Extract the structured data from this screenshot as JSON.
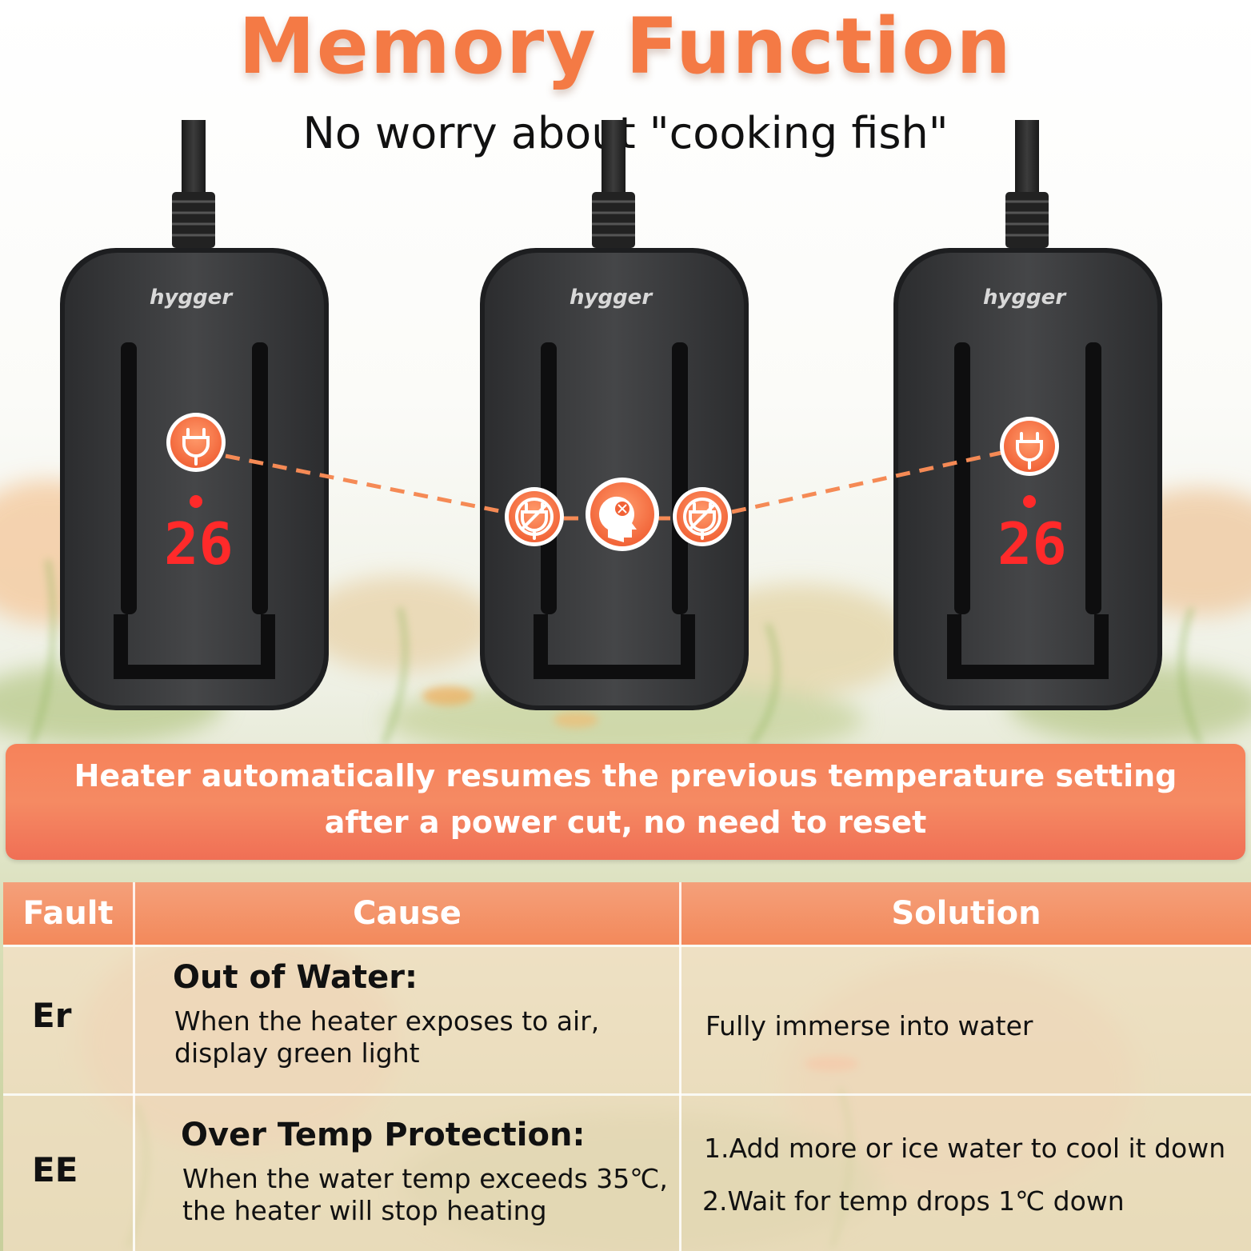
{
  "headline": "Memory Function",
  "subheadline": "No worry about \"cooking fish\"",
  "heaters": [
    {
      "brand": "hygger",
      "display": "26",
      "status_icon": "power-plug-icon",
      "state": "powered"
    },
    {
      "brand": "hygger",
      "display": "",
      "status_icon": "memory-head-icon",
      "state": "power-cut"
    },
    {
      "brand": "hygger",
      "display": "26",
      "status_icon": "power-plug-icon",
      "state": "powered"
    }
  ],
  "icons": {
    "left": "power-plug-icon",
    "cut_left": "no-power-icon",
    "memory": "memory-head-icon",
    "cut_right": "no-power-icon",
    "right": "power-plug-icon"
  },
  "banner": {
    "line1": "Heater automatically resumes the previous temperature setting",
    "line2": "after a power cut, no need to reset"
  },
  "table": {
    "headers": {
      "fault": "Fault",
      "cause": "Cause",
      "solution": "Solution"
    },
    "rows": [
      {
        "fault": "Er",
        "cause_title": "Out of Water:",
        "cause_line1": "When the heater exposes to air,",
        "cause_line2": "display green light",
        "solution_line1": "Fully immerse into water",
        "solution_line2": ""
      },
      {
        "fault": "EE",
        "cause_title": "Over Temp Protection:",
        "cause_line1": "When the water temp exceeds 35℃,",
        "cause_line2": "the heater will stop heating",
        "solution_line1": "1.Add more or ice water to cool it down",
        "solution_line2": "2.Wait for temp drops 1℃ down"
      }
    ]
  },
  "colors": {
    "accent": "#f47a45",
    "banner": "#f58a63",
    "device": "#3a3b3d",
    "display": "#ff2a2a"
  }
}
